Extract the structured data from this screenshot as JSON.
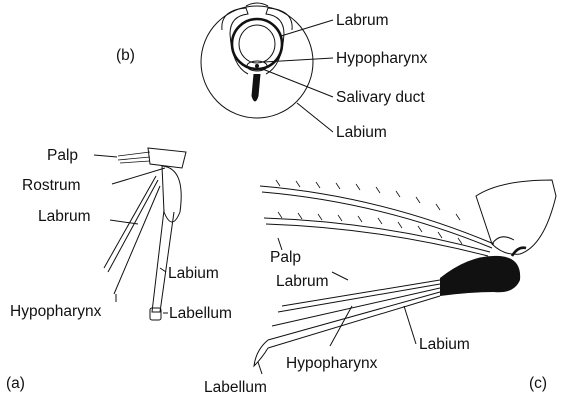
{
  "panels": {
    "a": {
      "tag": "(a)",
      "labels": {
        "palp": "Palp",
        "rostrum": "Rostrum",
        "labrum": "Labrum",
        "labium": "Labium",
        "hypopharynx": "Hypopharynx",
        "labellum": "Labellum"
      }
    },
    "b": {
      "tag": "(b)",
      "labels": {
        "labrum": "Labrum",
        "hypopharynx": "Hypopharynx",
        "salivary_duct": "Salivary duct",
        "labium": "Labium"
      }
    },
    "c": {
      "tag": "(c)",
      "labels": {
        "palp": "Palp",
        "labrum": "Labrum",
        "labium": "Labium",
        "hypopharynx": "Hypopharynx",
        "labellum": "Labellum"
      }
    }
  }
}
